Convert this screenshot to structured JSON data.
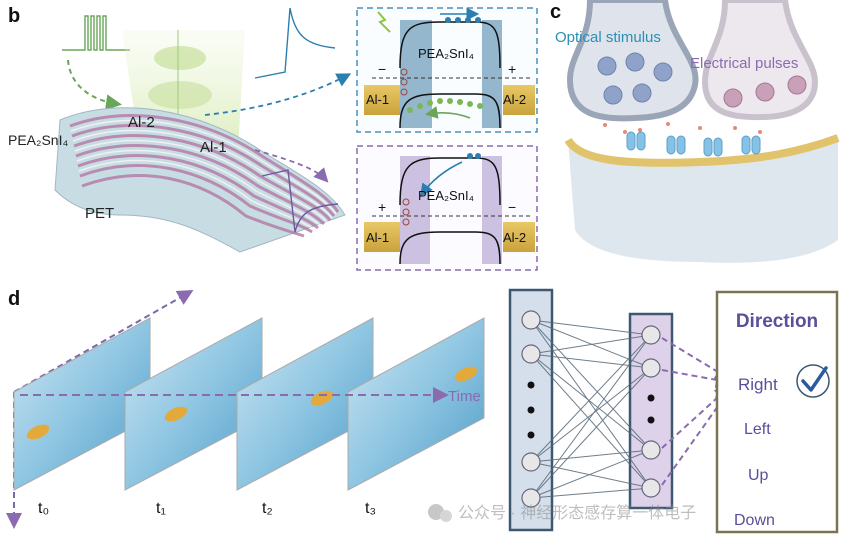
{
  "panel_labels": {
    "b": "b",
    "c": "c",
    "d": "d"
  },
  "panel_b": {
    "device_material": "PEA₂SnI₄",
    "electrode_top": "Al-2",
    "electrode_bottom": "Al-1",
    "substrate": "PET",
    "band_top": {
      "material": "PEA₂SnI₄",
      "left_label": "Al-1",
      "right_label": "Al-2",
      "left_sign": "−",
      "right_sign": "+"
    },
    "band_bottom": {
      "material": "PEA₂SnI₄",
      "left_label": "Al-1",
      "right_label": "Al-2",
      "left_sign": "+",
      "right_sign": "−"
    }
  },
  "panel_c": {
    "optical_label": "Optical stimulus",
    "electrical_label": "Electrical pulses",
    "colors": {
      "optical": "#2a8fb5",
      "electrical": "#8a6bb0"
    }
  },
  "panel_d": {
    "time_label": "Time",
    "frames": [
      "t₀",
      "t₁",
      "t₂",
      "t₃"
    ],
    "output_title": "Direction",
    "outputs": [
      "Right",
      "Left",
      "Up",
      "Down"
    ],
    "selected_output": "Right"
  },
  "watermark": "公众号 · 神经形态感存算一体电子"
}
